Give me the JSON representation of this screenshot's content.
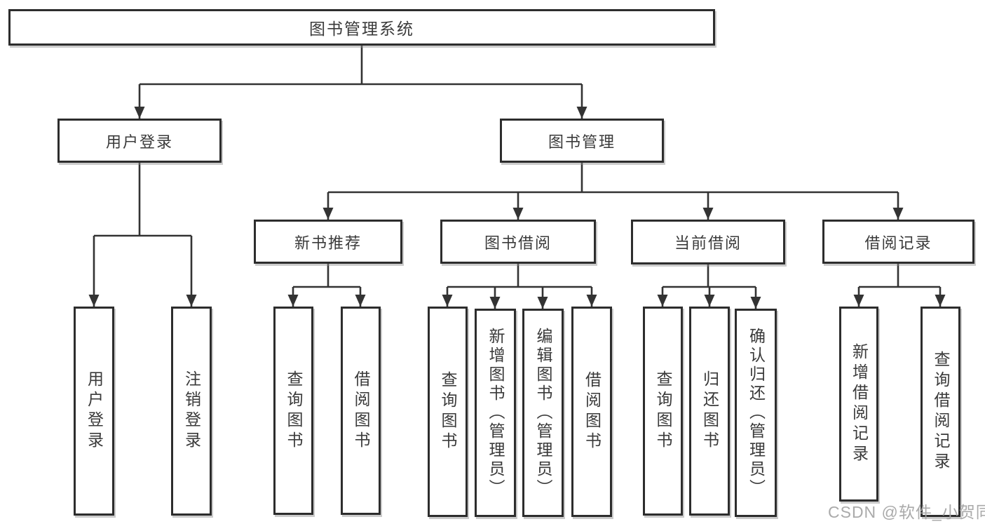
{
  "diagram": {
    "root": "图书管理系统",
    "level2": [
      "用户登录",
      "图书管理"
    ],
    "level3": [
      "新书推荐",
      "图书借阅",
      "当前借阅",
      "借阅记录"
    ],
    "leaves": {
      "user_login": [
        "用户登录",
        "注销登录"
      ],
      "new_book": [
        "查询图书",
        "借阅图书"
      ],
      "book_borrow": [
        "查询图书",
        "新增图书（管理员）",
        "编辑图书（管理员）",
        "借阅图书"
      ],
      "current_borrow": [
        "查询图书",
        "归还图书",
        "确认归还（管理员）"
      ],
      "borrow_record": [
        "新增借阅记录",
        "查询借阅记录"
      ]
    }
  },
  "watermark": "CSDN @软件_小贺同学",
  "colors": {
    "line": "#333333",
    "box_border": "#2d2d2d",
    "text": "#3a3a3a",
    "watermark": "#a5a5a5",
    "background": "#ffffff"
  }
}
